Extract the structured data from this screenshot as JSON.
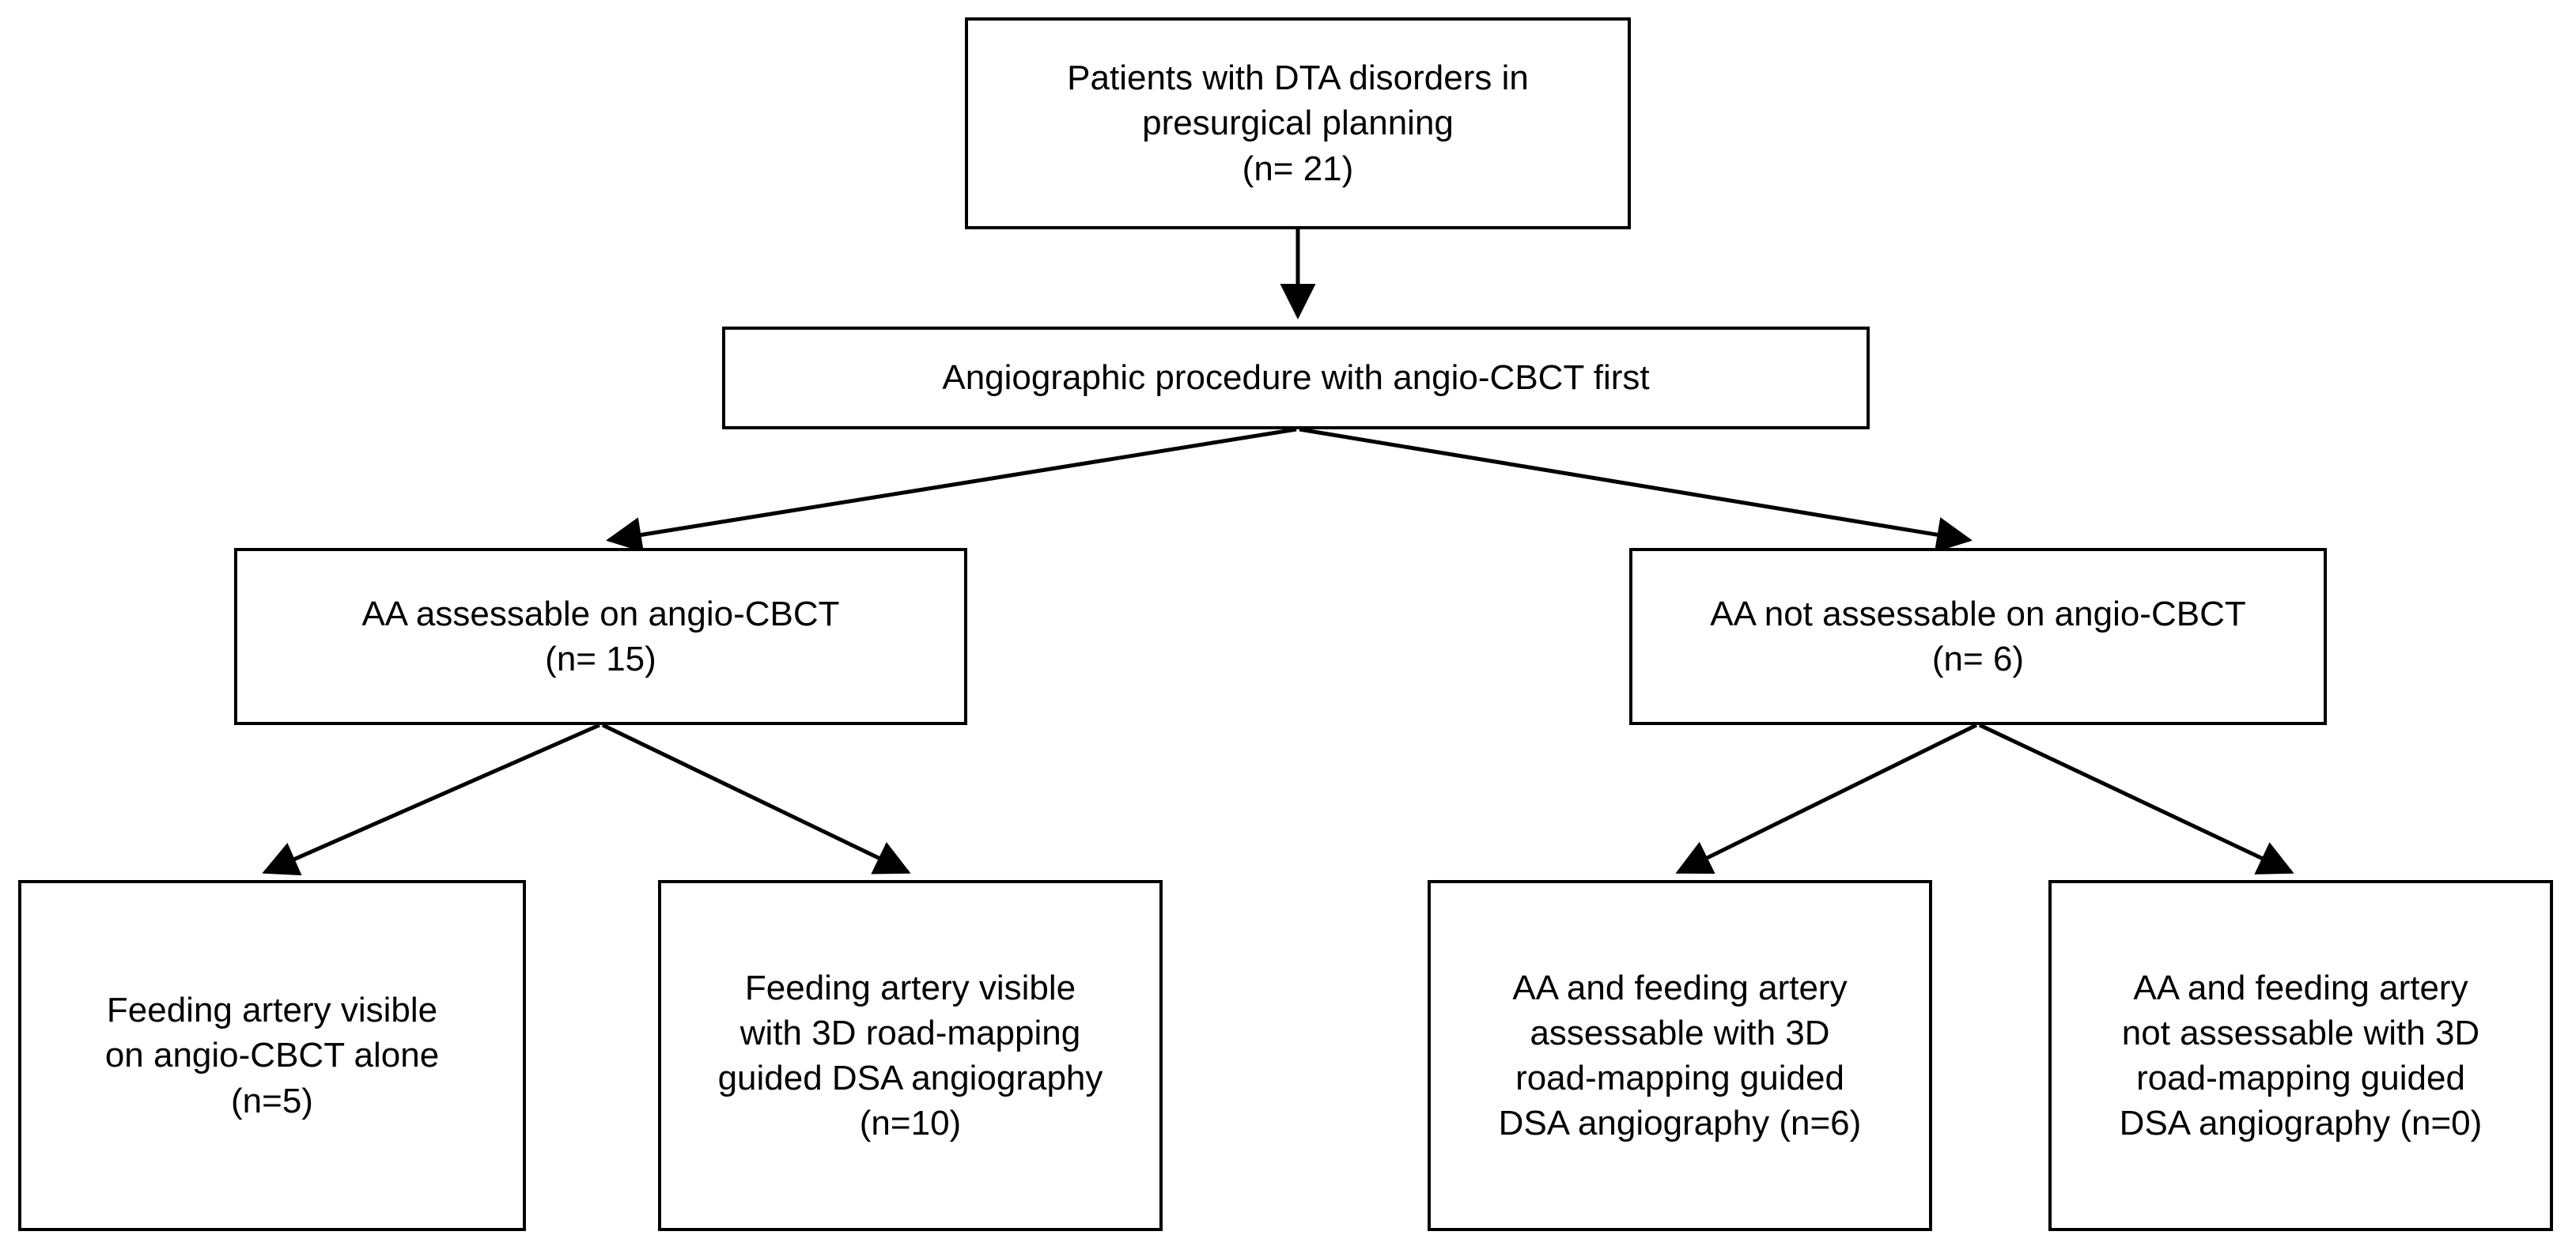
{
  "diagram": {
    "type": "flowchart",
    "title": "Patient flow for DTA disorders presurgical planning",
    "orientation": "top-down",
    "background_color": "#ffffff",
    "line_color": "#000000",
    "text_color": "#000000"
  },
  "nodes": {
    "root": {
      "id": "root",
      "level": 0,
      "text": "Patients with DTA disorders in\npresurgical planning\n(n= 21)",
      "label": "Patients with DTA disorders in presurgical planning",
      "n": 21,
      "n_label": "(n= 21)"
    },
    "procedure": {
      "id": "procedure",
      "level": 1,
      "text": "Angiographic procedure with angio-CBCT first",
      "label": "Angiographic procedure with angio-CBCT first",
      "n": null,
      "n_label": ""
    },
    "aa_assessable": {
      "id": "aa-assessable",
      "level": 2,
      "text": "AA assessable on angio-CBCT\n(n= 15)",
      "label": "AA assessable on angio-CBCT",
      "n": 15,
      "n_label": "(n= 15)"
    },
    "aa_not_assessable": {
      "id": "aa-not-assessable",
      "level": 2,
      "text": "AA not assessable on angio-CBCT\n(n= 6)",
      "label": "AA not assessable on angio-CBCT",
      "n": 6,
      "n_label": "(n= 6)"
    },
    "leaf_1": {
      "id": "feeding-artery-cbct-alone",
      "level": 3,
      "parent": "aa-assessable",
      "text": "Feeding artery visible\non angio-CBCT alone\n(n=5)",
      "label": "Feeding artery visible on angio-CBCT alone",
      "n": 5,
      "n_label": "(n=5)"
    },
    "leaf_2": {
      "id": "feeding-artery-roadmapping-dsa",
      "level": 3,
      "parent": "aa-assessable",
      "text": "Feeding artery visible\nwith 3D road-mapping\nguided DSA angiography\n(n=10)",
      "label": "Feeding artery visible with 3D road-mapping guided DSA angiography",
      "n": 10,
      "n_label": "(n=10)"
    },
    "leaf_3": {
      "id": "aa-feeding-artery-assessable-roadmapping",
      "level": 3,
      "parent": "aa-not-assessable",
      "text": "AA and feeding artery\nassessable with 3D\nroad-mapping guided\nDSA angiography (n=6)",
      "label": "AA and feeding artery assessable with 3D road-mapping guided DSA angiography",
      "n": 6,
      "n_label": "(n=6)"
    },
    "leaf_4": {
      "id": "aa-feeding-artery-not-assessable-roadmapping",
      "level": 3,
      "parent": "aa-not-assessable",
      "text": "AA and feeding artery\nnot assessable with 3D\nroad-mapping guided\nDSA angiography (n=0)",
      "label": "AA and feeding artery not assessable with 3D road-mapping guided DSA angiography",
      "n": 0,
      "n_label": "(n=0)"
    }
  },
  "edges": [
    {
      "from": "root",
      "to": "procedure",
      "style": "straight-arrow"
    },
    {
      "from": "procedure",
      "to": "aa-assessable",
      "style": "diagonal-arrow"
    },
    {
      "from": "procedure",
      "to": "aa-not-assessable",
      "style": "diagonal-arrow"
    },
    {
      "from": "aa-assessable",
      "to": "feeding-artery-cbct-alone",
      "style": "diagonal-arrow"
    },
    {
      "from": "aa-assessable",
      "to": "feeding-artery-roadmapping-dsa",
      "style": "diagonal-arrow"
    },
    {
      "from": "aa-not-assessable",
      "to": "aa-feeding-artery-assessable-roadmapping",
      "style": "diagonal-arrow"
    },
    {
      "from": "aa-not-assessable",
      "to": "aa-feeding-artery-not-assessable-roadmapping",
      "style": "diagonal-arrow"
    }
  ]
}
